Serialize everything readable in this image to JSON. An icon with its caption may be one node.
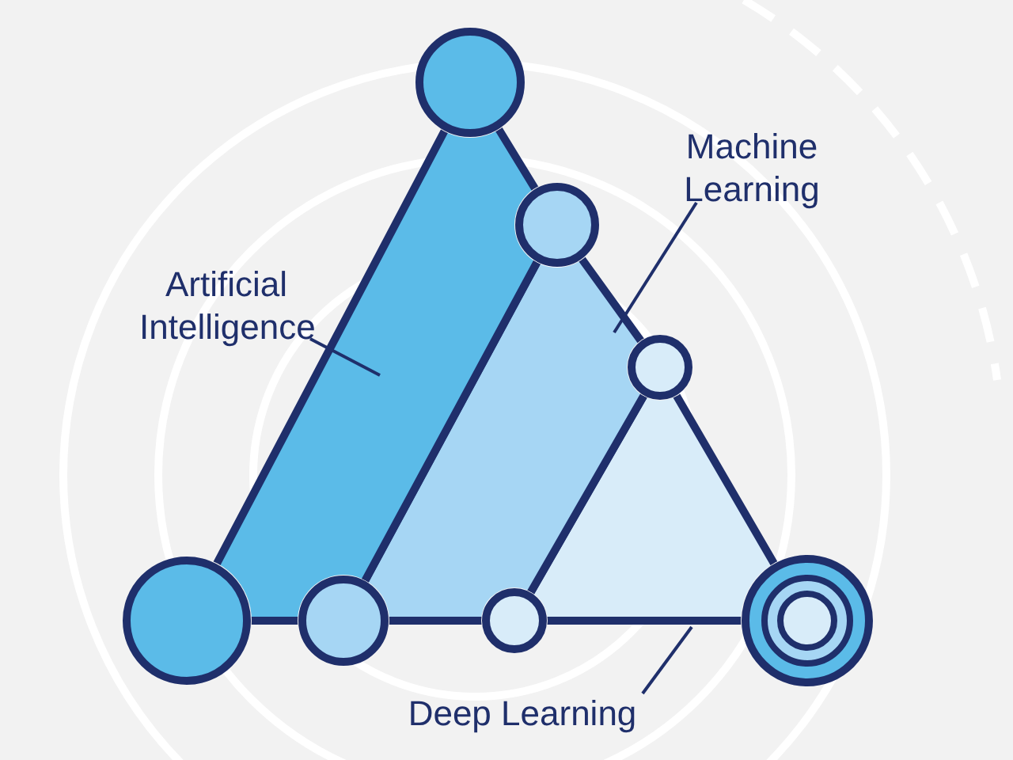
{
  "diagram": {
    "nodes": [
      {
        "text": [
          "Artificial Intelligence"
        ]
      },
      {
        "text": [
          "Machine Learning"
        ]
      },
      {
        "text": [
          "Deep Learning"
        ]
      },
      {
        "text": [],
        "shape": "band"
      },
      {
        "text": [],
        "shape": "band"
      },
      {
        "text": [],
        "shape": "triangle"
      }
    ],
    "edges": [
      {
        "from": 0,
        "to": 3,
        "arrow": "none"
      },
      {
        "from": 1,
        "to": 4,
        "arrow": "none"
      },
      {
        "from": 2,
        "to": 5,
        "arrow": "none"
      }
    ]
  }
}
